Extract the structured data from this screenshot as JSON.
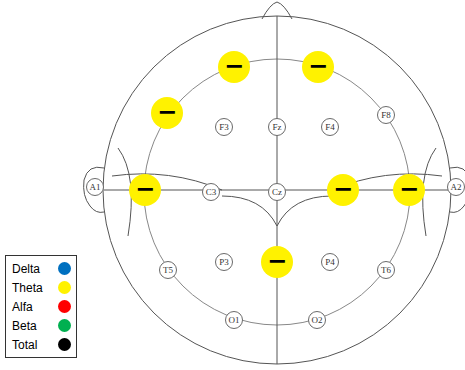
{
  "diagram": {
    "nodes": [
      {
        "text": [
          "−"
        ]
      },
      {
        "text": [
          "−"
        ]
      },
      {
        "text": [
          "−"
        ]
      },
      {
        "text": [
          "F3"
        ]
      },
      {
        "text": [
          "Fz"
        ]
      },
      {
        "text": [
          "F4"
        ]
      },
      {
        "text": [
          "F8"
        ]
      },
      {
        "text": [
          "A1"
        ]
      },
      {
        "text": [
          "−"
        ]
      },
      {
        "text": [
          "C3"
        ]
      },
      {
        "text": [
          "Cz"
        ]
      },
      {
        "text": [
          "−"
        ]
      },
      {
        "text": [
          "−"
        ]
      },
      {
        "text": [
          "A2"
        ]
      },
      {
        "text": [
          "T5"
        ]
      },
      {
        "text": [
          "P3"
        ]
      },
      {
        "text": [
          "−"
        ]
      },
      {
        "text": [
          "P4"
        ]
      },
      {
        "text": [
          "T6"
        ]
      },
      {
        "text": [
          "O1"
        ]
      },
      {
        "text": [
          "O2"
        ]
      }
    ],
    "legend": [
      {
        "text": "Delta",
        "color": "#0070c0"
      },
      {
        "text": "Theta",
        "color": "#fff200"
      },
      {
        "text": "Alfa",
        "color": "#ff0000"
      },
      {
        "text": "Beta",
        "color": "#00b050"
      },
      {
        "text": "Total",
        "color": "#000000"
      }
    ]
  }
}
